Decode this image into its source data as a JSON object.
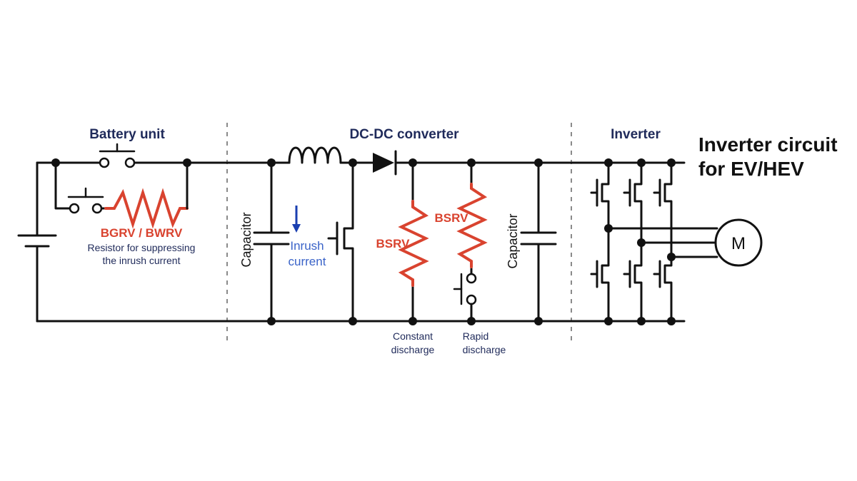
{
  "title": {
    "line1": "Inverter circuit",
    "line2": "for EV/HEV"
  },
  "sections": {
    "battery": "Battery unit",
    "dcdc": "DC-DC converter",
    "inverter": "Inverter"
  },
  "battery_resistor": {
    "name": "BGRV / BWRV",
    "desc_line1": "Resistor for suppressing",
    "desc_line2": "the inrush current"
  },
  "capacitor_label": "Capacitor",
  "capacitor_label_2": "Capacitor",
  "inrush": {
    "line1": "Inrush",
    "line2": "current"
  },
  "bsrv_label": "BSRV",
  "bsrv_label_2": "BSRV",
  "constant_discharge": {
    "line1": "Constant",
    "line2": "discharge"
  },
  "rapid_discharge": {
    "line1": "Rapid",
    "line2": "discharge"
  },
  "motor": "M",
  "colors": {
    "wire": "#111111",
    "resistor": "#d9432f",
    "section_label": "#1f2a5a",
    "inrush": "#3a63c8",
    "divider": "#8a8a8a"
  }
}
